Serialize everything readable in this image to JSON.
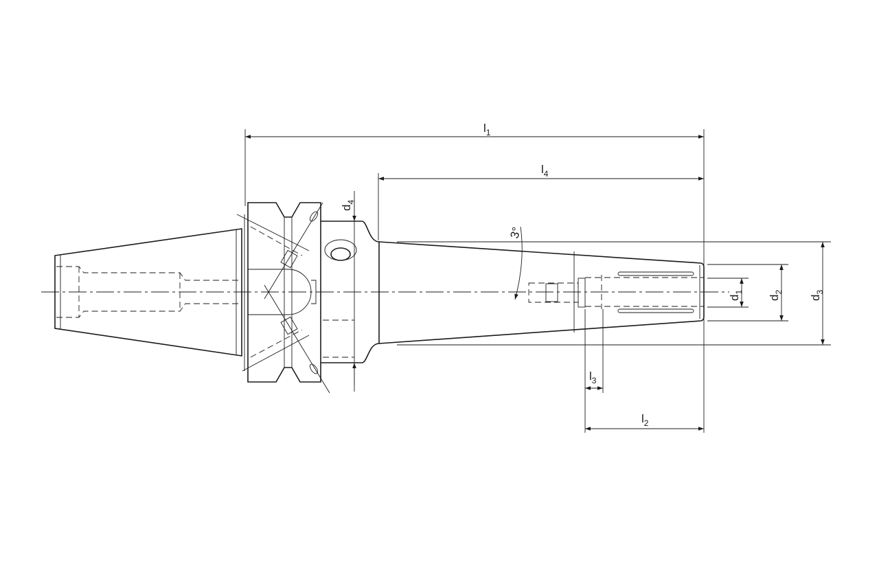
{
  "drawing": {
    "title": "Shrink fit chuck technical drawing",
    "taper_angle": "3°",
    "dimensions": [
      {
        "id": "l1",
        "main": "l",
        "sub": "1"
      },
      {
        "id": "l4",
        "main": "l",
        "sub": "4"
      },
      {
        "id": "d4",
        "main": "d",
        "sub": "4"
      },
      {
        "id": "d1",
        "main": "d",
        "sub": "1"
      },
      {
        "id": "d2",
        "main": "d",
        "sub": "2"
      },
      {
        "id": "d3",
        "main": "d",
        "sub": "3"
      },
      {
        "id": "l3",
        "main": "l",
        "sub": "3"
      },
      {
        "id": "l2",
        "main": "l",
        "sub": "2"
      }
    ]
  }
}
